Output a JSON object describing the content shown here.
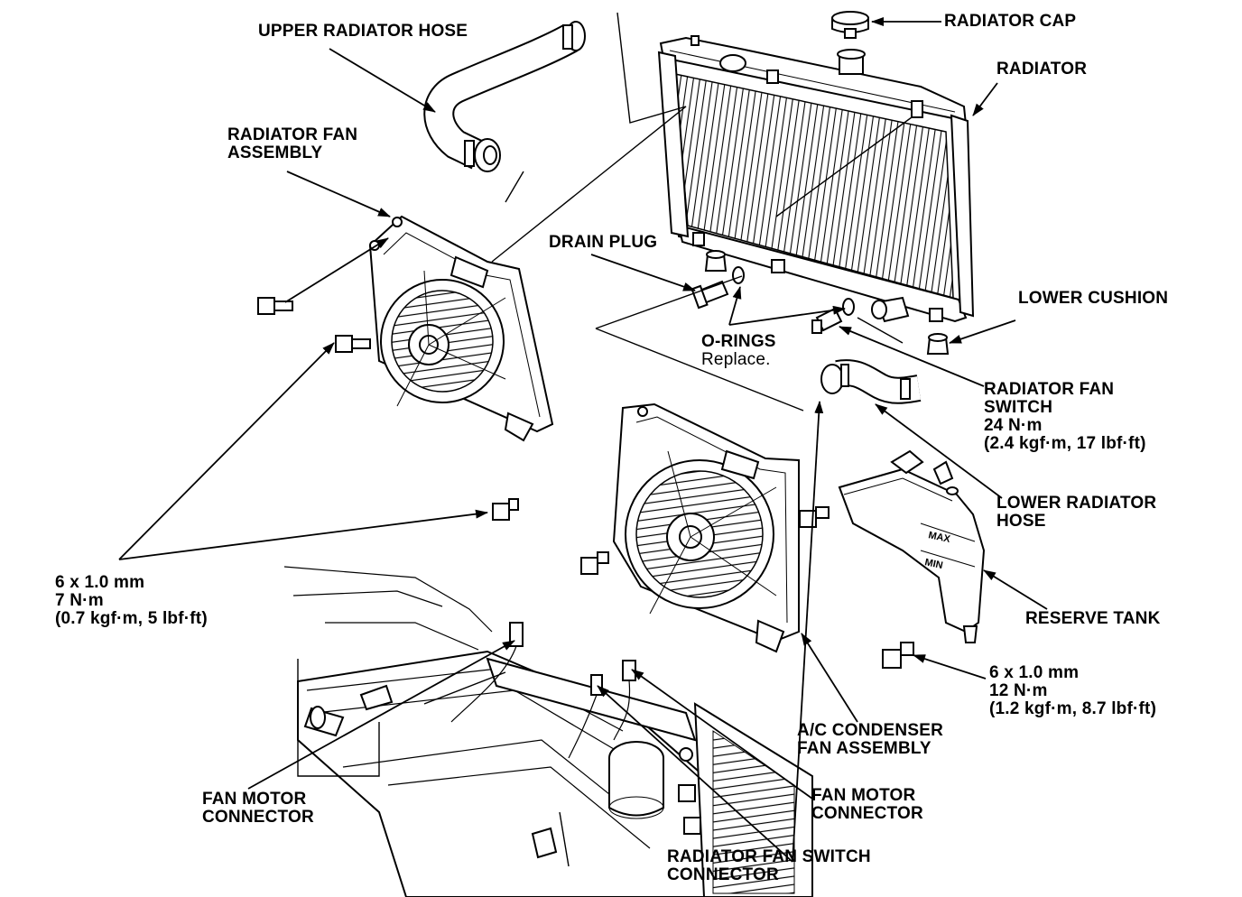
{
  "labels": {
    "radiator_cap": "RADIATOR CAP",
    "upper_radiator_hose": "UPPER RADIATOR HOSE",
    "radiator": "RADIATOR",
    "radiator_fan_assembly_1": "RADIATOR FAN",
    "radiator_fan_assembly_2": "ASSEMBLY",
    "drain_plug": "DRAIN PLUG",
    "lower_cushion": "LOWER CUSHION",
    "o_rings": "O-RINGS",
    "o_rings_note": "Replace.",
    "radiator_fan_switch_1": "RADIATOR FAN",
    "radiator_fan_switch_2": "SWITCH",
    "radiator_fan_switch_torque_1": "24 N·m",
    "radiator_fan_switch_torque_2": "(2.4 kgf·m, 17 lbf·ft)",
    "lower_radiator_hose_1": "LOWER RADIATOR",
    "lower_radiator_hose_2": "HOSE",
    "bolt_left_1": "6 x 1.0 mm",
    "bolt_left_2": "7 N·m",
    "bolt_left_3": "(0.7 kgf·m, 5 lbf·ft)",
    "reserve_tank": "RESERVE TANK",
    "bolt_right_1": "6 x 1.0 mm",
    "bolt_right_2": "12 N·m",
    "bolt_right_3": "(1.2 kgf·m, 8.7 lbf·ft)",
    "ac_condenser_fan_1": "A/C CONDENSER",
    "ac_condenser_fan_2": "FAN ASSEMBLY",
    "fan_motor_connector_left_1": "FAN MOTOR",
    "fan_motor_connector_left_2": "CONNECTOR",
    "fan_motor_connector_right_1": "FAN MOTOR",
    "fan_motor_connector_right_2": "CONNECTOR",
    "radiator_fan_switch_connector_1": "RADIATOR FAN SWITCH",
    "radiator_fan_switch_connector_2": "CONNECTOR"
  },
  "tank_markings": {
    "max": "MAX",
    "min": "MIN"
  }
}
